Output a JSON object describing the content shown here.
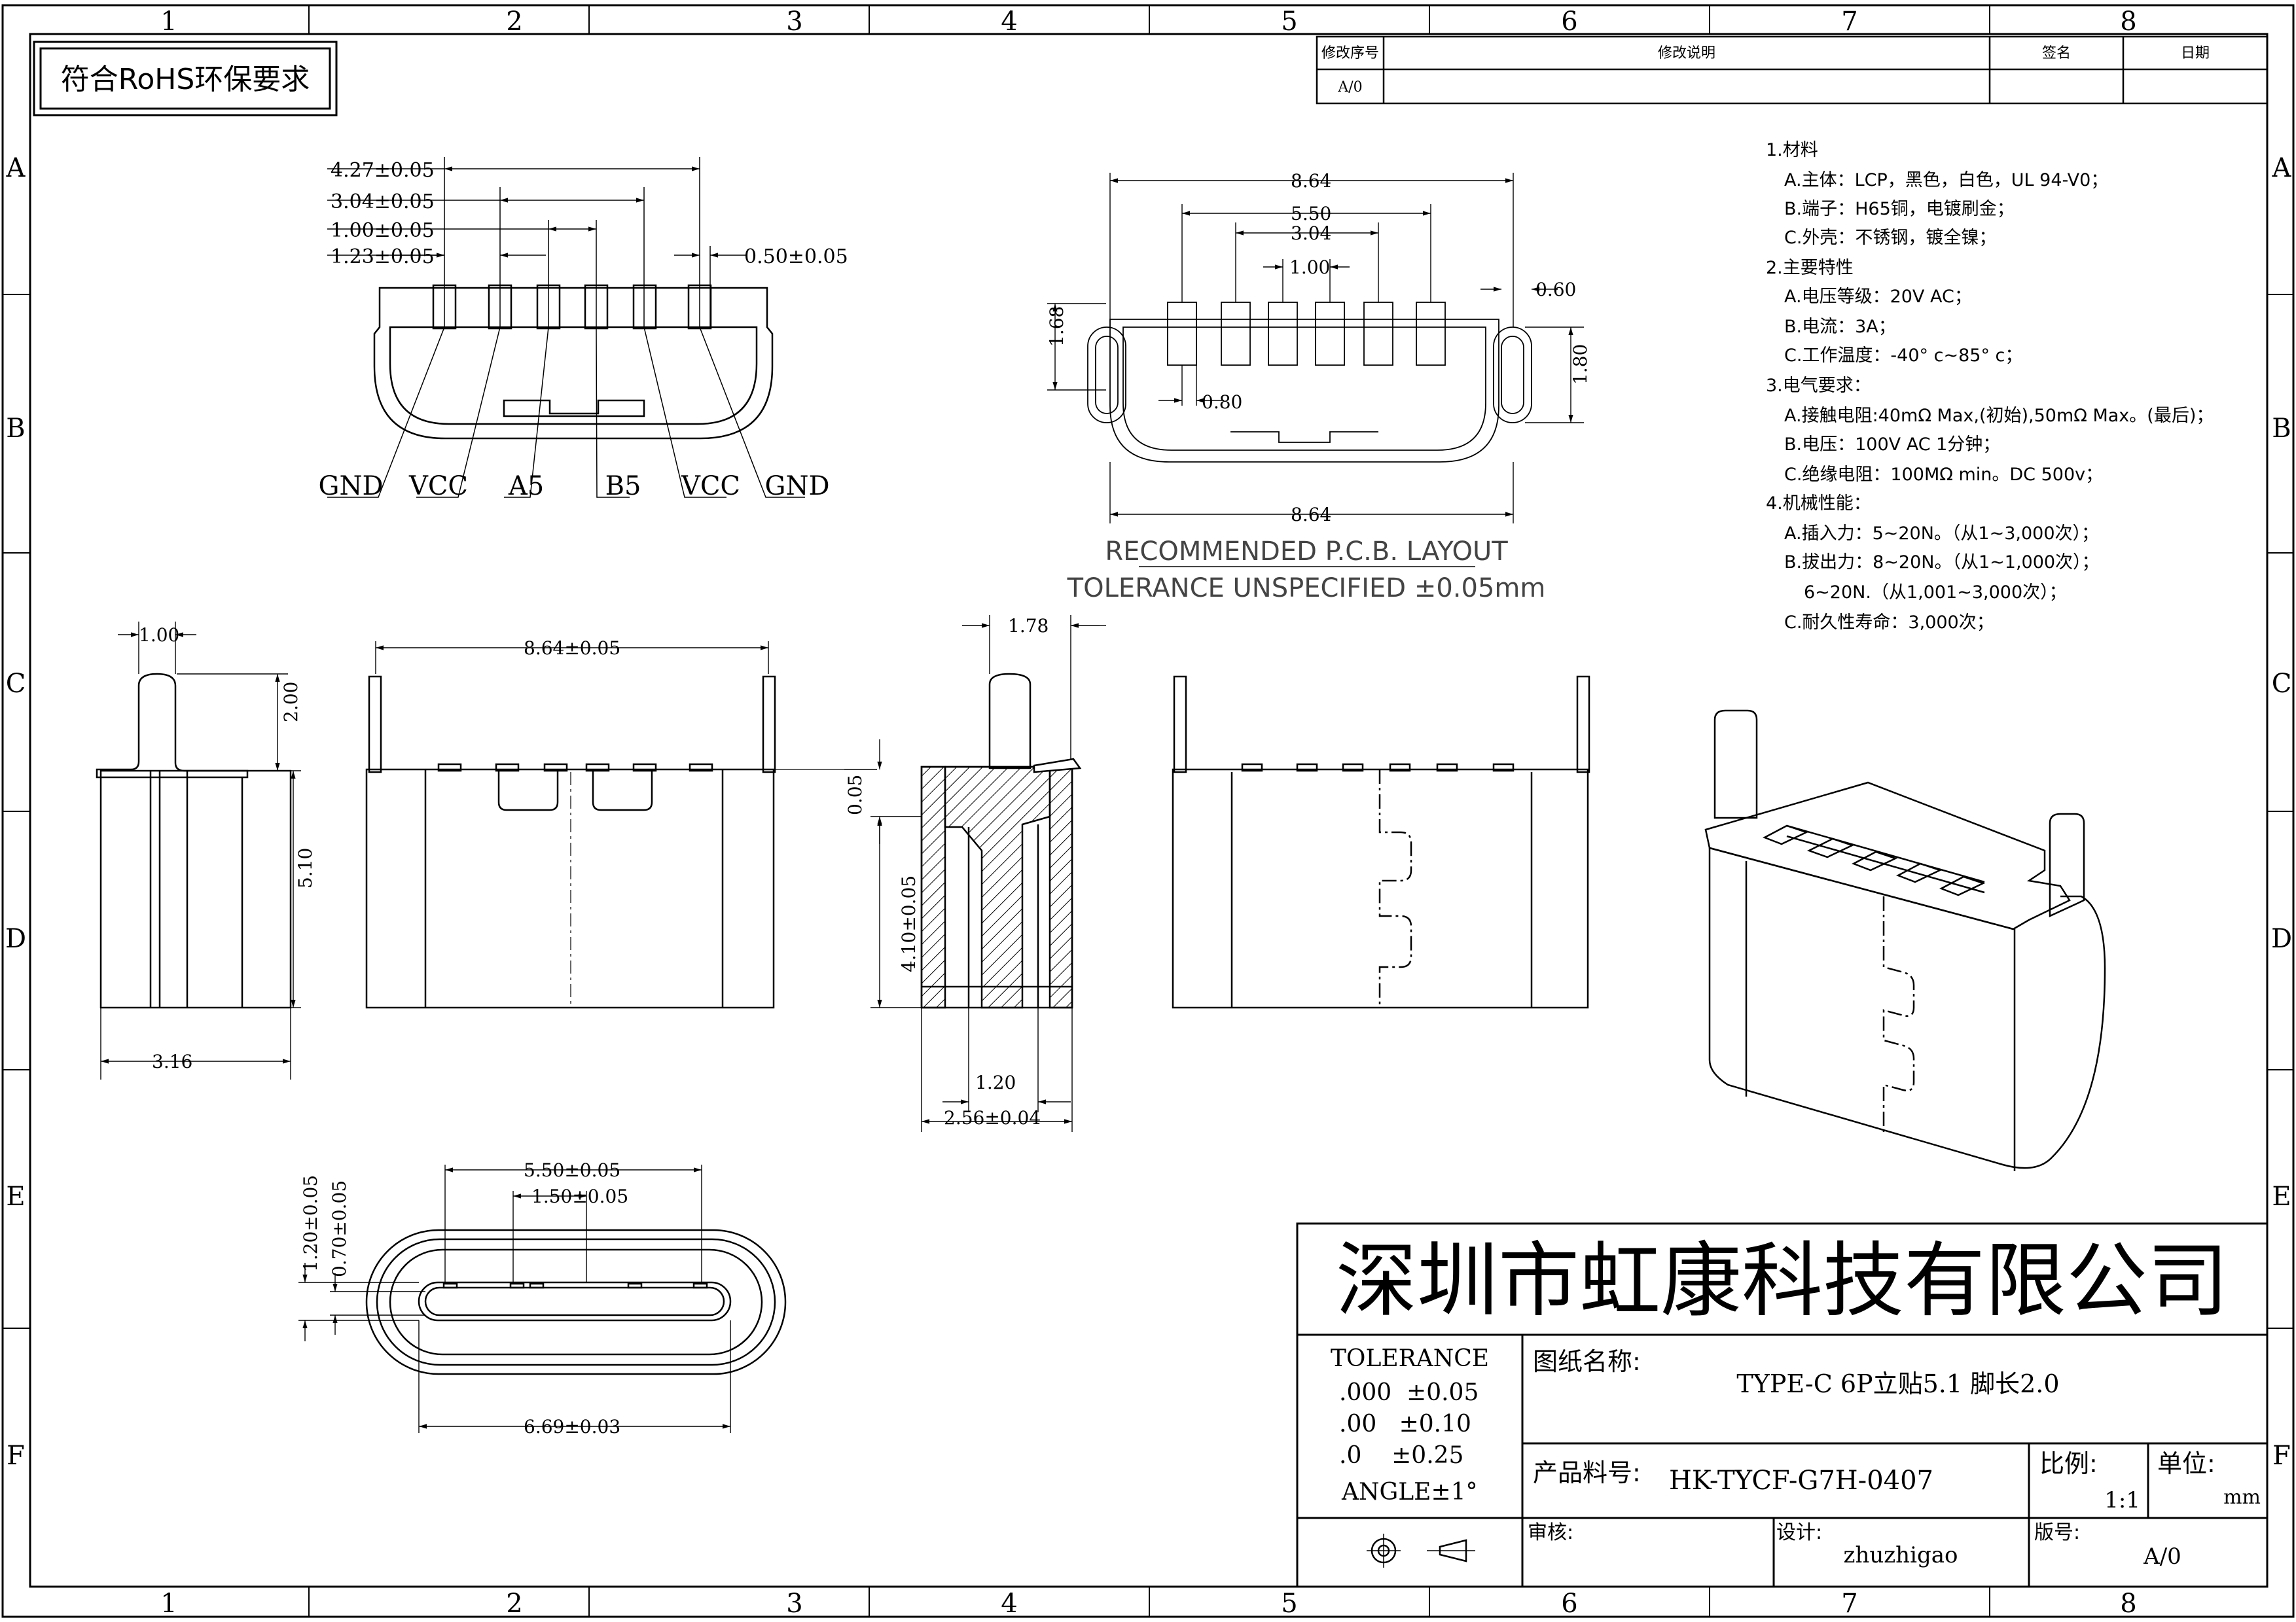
{
  "border": {
    "columns": [
      "1",
      "2",
      "3",
      "4",
      "5",
      "6",
      "7",
      "8"
    ],
    "rows": [
      "A",
      "B",
      "C",
      "D",
      "E",
      "F"
    ]
  },
  "rohs_note": "符合RoHS环保要求",
  "revision_table": {
    "headers": [
      "修改序号",
      "修改说明",
      "签名",
      "日期"
    ],
    "rev": "A/0"
  },
  "top_view": {
    "dims": [
      "4.27±0.05",
      "3.04±0.05",
      "1.00±0.05",
      "1.23±0.05",
      "0.50±0.05"
    ],
    "pins": [
      "GND",
      "VCC",
      "A5",
      "B5",
      "VCC",
      "GND"
    ]
  },
  "pcb_layout": {
    "dims": [
      "8.64",
      "5.50",
      "3.04",
      "1.00",
      "0.60",
      "1.68",
      "1.80",
      "0.80",
      "8.64"
    ],
    "caption1": "RECOMMENDED  P.C.B. LAYOUT",
    "caption2": "TOLERANCE UNSPECIFIED ±0.05mm"
  },
  "notes": [
    "1.材料",
    "A.主体：LCP，黑色，白色，UL 94-V0；",
    "B.端子：H65铜，电镀刷金；",
    "C.外壳：不锈钢，镀全镍；",
    "2.主要特性",
    "A.电压等级：20V AC；",
    "B.电流：3A；",
    "C.工作温度：-40° c~85° c；",
    "3.电气要求：",
    "A.接触电阻:40mΩ Max,(初始),50mΩ Max。(最后)；",
    "B.电压：100V AC 1分钟；",
    "C.绝缘电阻：100MΩ min。DC 500v；",
    "4.机械性能：",
    "A.插入力：5~20N。（从1~3,000次）；",
    "B.拔出力：8~20N。（从1~1,000次）；",
    "6~20N.（从1,001~3,000次）；",
    "C.耐久性寿命：3,000次；"
  ],
  "side_view": {
    "dims": [
      "1.00",
      "2.00",
      "5.10",
      "3.16"
    ]
  },
  "front_view": {
    "dims": [
      "8.64±0.05"
    ]
  },
  "section_view": {
    "dims": [
      "1.78",
      "0.05",
      "4.10±0.05",
      "1.20",
      "2.56±0.04"
    ]
  },
  "mouth_view": {
    "dims": [
      "5.50±0.05",
      "1.50±0.05",
      "1.20±0.05",
      "0.70±0.05",
      "6.69±0.03"
    ]
  },
  "title_block": {
    "company": "深圳市虹康科技有限公司",
    "tolerance_title": "TOLERANCE",
    "tolerances": [
      ".000  ±0.05",
      ".00   ±0.10",
      ".0    ±0.25",
      "ANGLE±1°"
    ],
    "drawing_name_label": "图纸名称:",
    "drawing_name": "TYPE-C 6P立贴5.1 脚长2.0",
    "part_no_label": "产品料号:",
    "part_no": "HK-TYCF-G7H-0407",
    "scale_label": "比例:",
    "scale": "1:1",
    "unit_label": "单位:",
    "unit": "mm",
    "review_label": "审核:",
    "design_label": "设计:",
    "designer": "zhuzhigao",
    "version_label": "版号:",
    "version": "A/0"
  }
}
